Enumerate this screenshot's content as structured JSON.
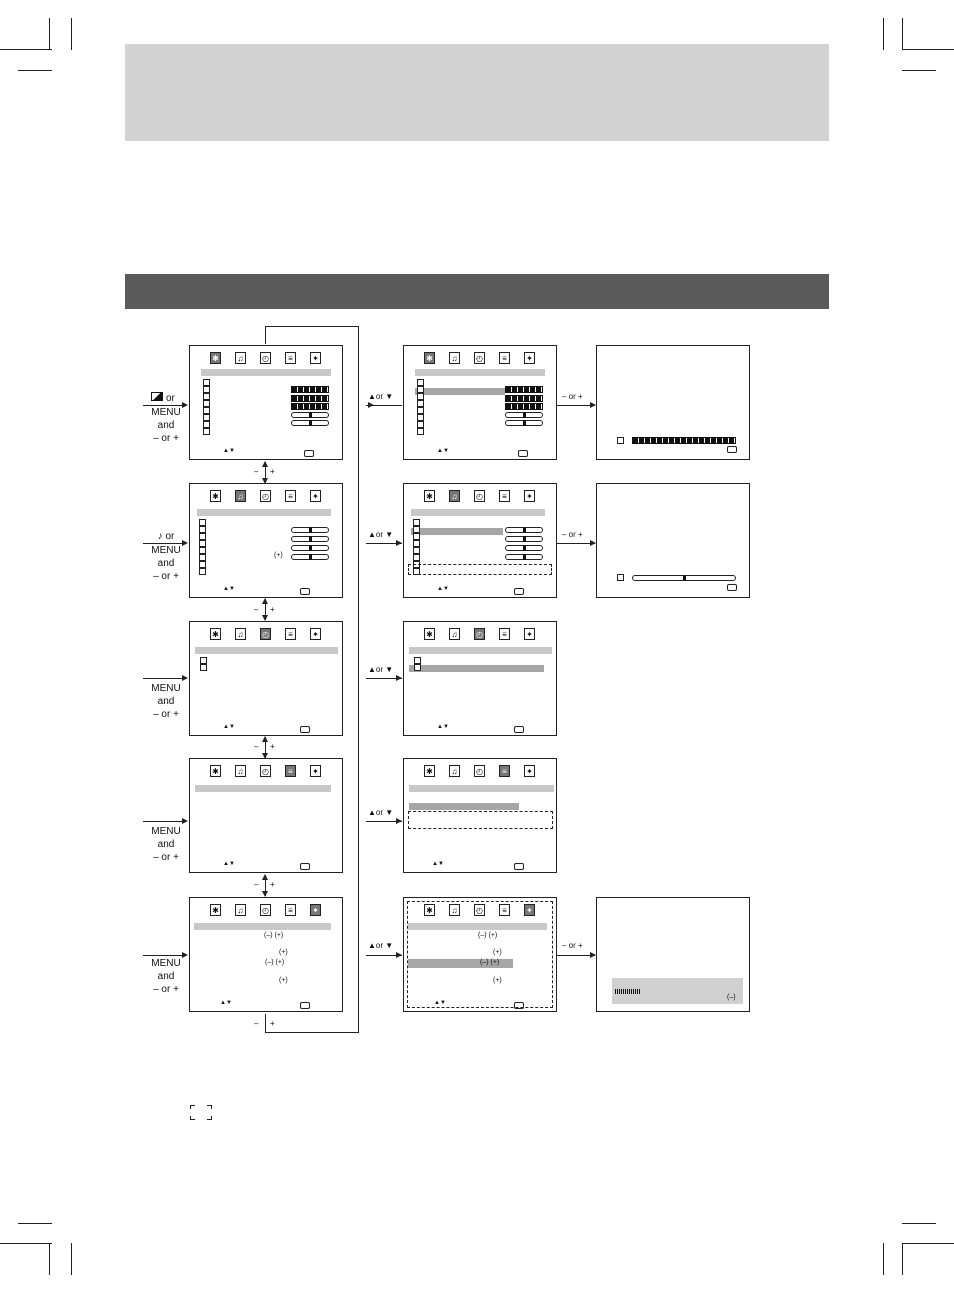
{
  "icons": [
    "picture-icon",
    "sound-icon",
    "timer-icon",
    "setup-icon",
    "preset-icon"
  ],
  "labels": {
    "or": "or",
    "menu": "MENU",
    "and": "and",
    "minus_or_plus": "– or +",
    "up_or_down": "▲or ▼",
    "minus": "–",
    "plus": "+",
    "nav": "▲▼"
  },
  "screen_text": {
    "minus_plus": "(–) (+)",
    "plus": "(+)",
    "minus": "(–)"
  },
  "colors": {
    "header_band": "#d3d3d3",
    "section_band": "#5a5a5a",
    "highlight": "#c8c8c8"
  }
}
